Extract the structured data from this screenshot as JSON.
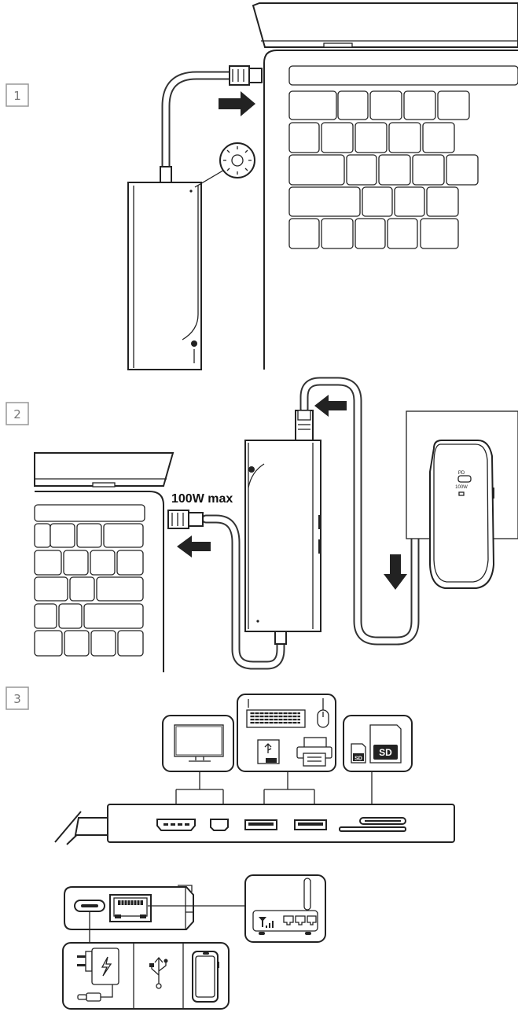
{
  "steps": [
    "1",
    "2",
    "3"
  ],
  "power_label": "100W max",
  "charger_labels": {
    "pd": "PD",
    "watt": "100W"
  },
  "sd_labels": {
    "micro": "SD",
    "full": "SD"
  },
  "colors": {
    "line": "#222222",
    "badge_border": "#999999",
    "badge_text": "#777777"
  }
}
